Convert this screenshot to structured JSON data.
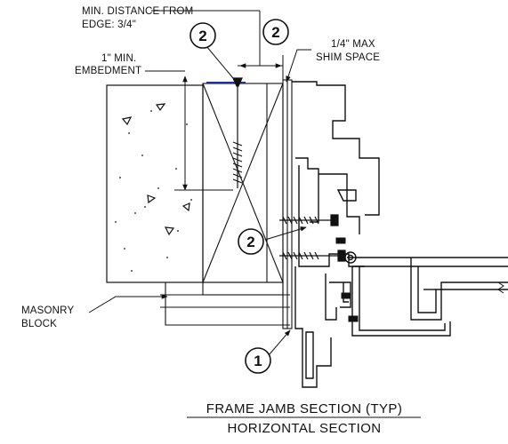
{
  "labels": {
    "min_distance_line1": "MIN. DISTANCE FROM",
    "min_distance_line2": "EDGE: 3/4\"",
    "embedment_line1": "1\" MIN.",
    "embedment_line2": "EMBEDMENT",
    "shim_line1": "1/4\" MAX",
    "shim_line2": "SHIM SPACE",
    "masonry_line1": "MASONRY",
    "masonry_line2": "BLOCK"
  },
  "callouts": {
    "fastener_top_left": "2",
    "fastener_top_right": "2",
    "fastener_middle": "2",
    "sealant": "1"
  },
  "titles": {
    "main": "FRAME JAMB SECTION (TYP)",
    "sub": "HORIZONTAL SECTION"
  },
  "colors": {
    "line": "#111111",
    "accent": "#1f2fa8"
  }
}
